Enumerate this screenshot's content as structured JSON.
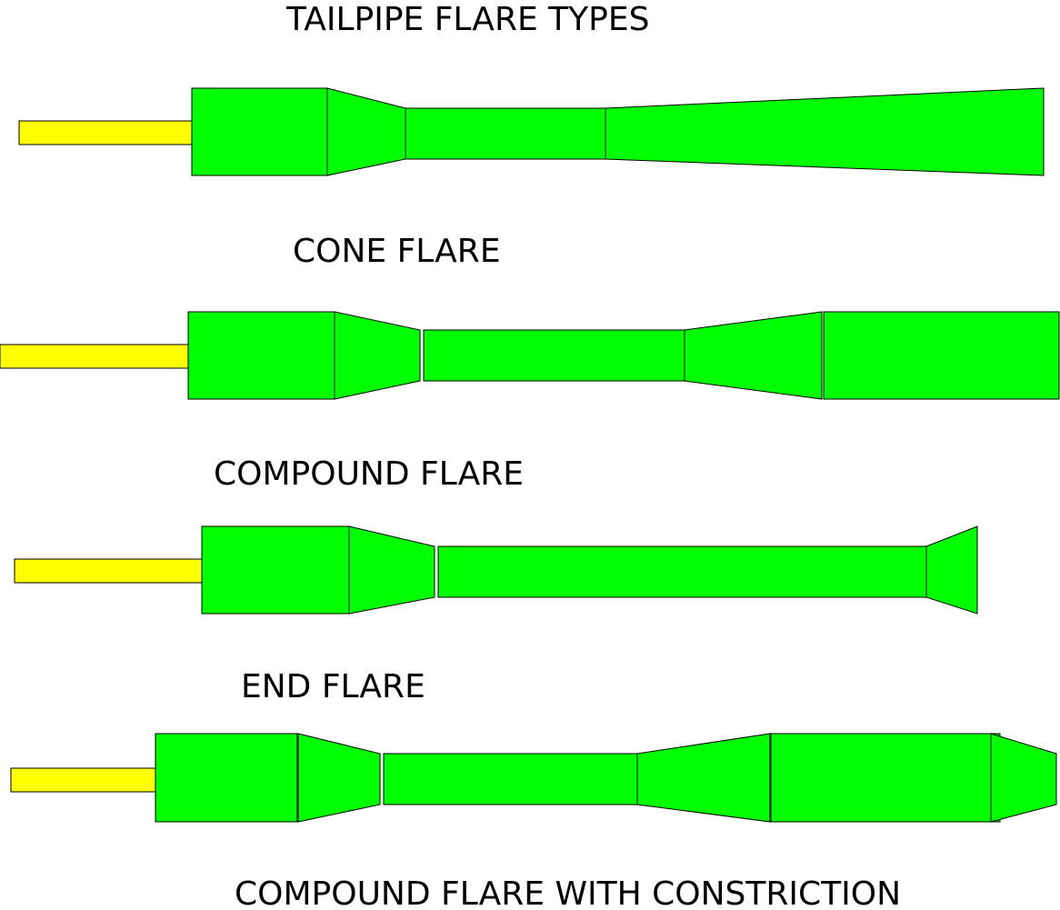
{
  "title": "TAILPIPE FLARE TYPES",
  "colors": {
    "pipe_body": "#00ff00",
    "inlet_tube": "#ffff00",
    "outline": "#000000",
    "text": "#000000"
  },
  "flare_types": [
    {
      "label": "CONE FLARE"
    },
    {
      "label": "COMPOUND FLARE"
    },
    {
      "label": "END FLARE"
    },
    {
      "label": "COMPOUND FLARE WITH CONSTRICTION"
    }
  ]
}
